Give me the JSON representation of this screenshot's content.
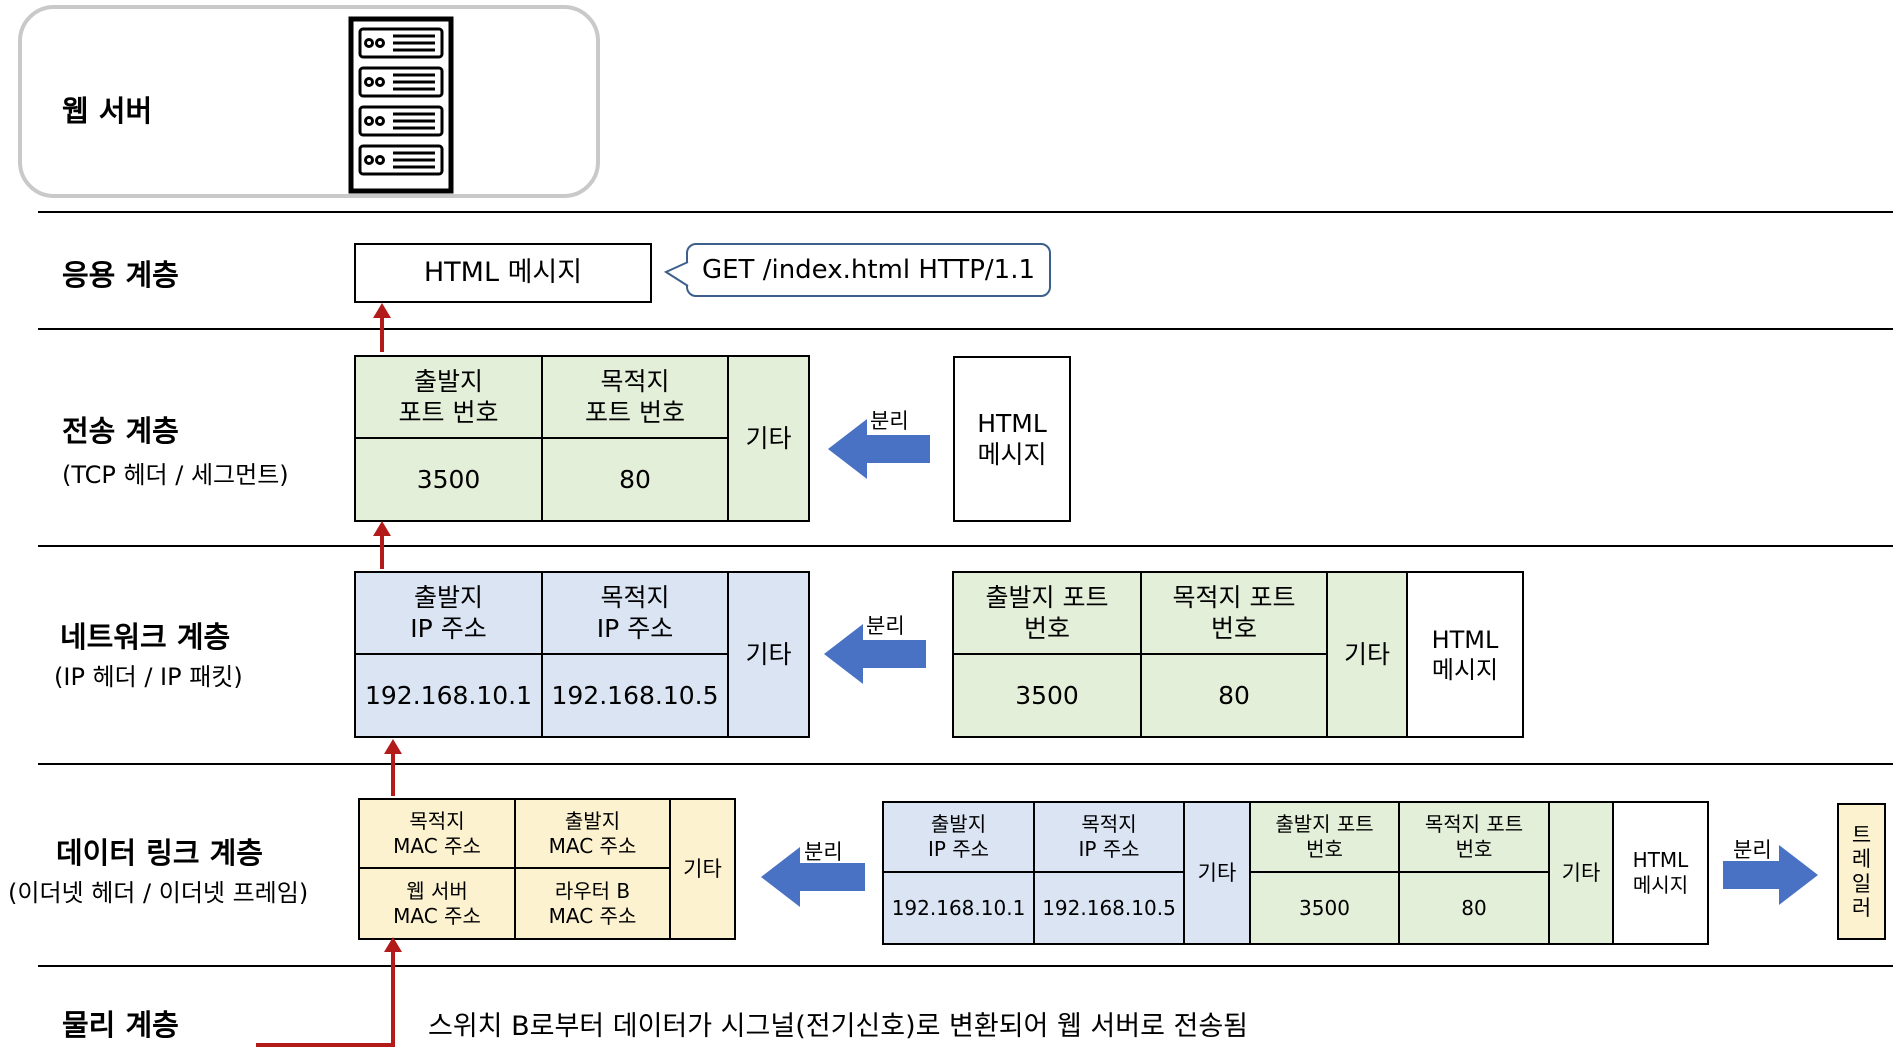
{
  "web_server": {
    "label": "웹 서버"
  },
  "layers": {
    "application": {
      "label": "응용 계층",
      "html_message": "HTML 메시지",
      "request_line": "GET /index.html HTTP/1.1"
    },
    "transport": {
      "label": "전송 계층",
      "sublabel": "(TCP 헤더 / 세그먼트)",
      "header": {
        "src_port_label": "출발지\n포트 번호",
        "dst_port_label": "목적지\n포트 번호",
        "src_port": "3500",
        "dst_port": "80",
        "etc": "기타"
      },
      "separate": "분리",
      "payload": "HTML\n메시지"
    },
    "network": {
      "label": "네트워크 계층",
      "sublabel": "(IP 헤더 / IP 패킷)",
      "header": {
        "src_ip_label": "출발지\nIP 주소",
        "dst_ip_label": "목적지\nIP 주소",
        "src_ip": "192.168.10.1",
        "dst_ip": "192.168.10.5",
        "etc": "기타"
      },
      "separate": "분리",
      "payload": {
        "src_port_label": "출발지 포트\n번호",
        "dst_port_label": "목적지 포트\n번호",
        "src_port": "3500",
        "dst_port": "80",
        "etc": "기타",
        "html": "HTML\n메시지"
      }
    },
    "datalink": {
      "label": "데이터 링크 계층",
      "sublabel": "(이더넷 헤더 / 이더넷 프레임)",
      "header": {
        "dst_mac_label": "목적지\nMAC 주소",
        "src_mac_label": "출발지\nMAC 주소",
        "dst_mac": "웹 서버\nMAC 주소",
        "src_mac": "라우터 B\nMAC 주소",
        "etc": "기타"
      },
      "separate_left": "분리",
      "separate_right": "분리",
      "payload": {
        "src_ip_label": "출발지\nIP 주소",
        "dst_ip_label": "목적지\nIP 주소",
        "src_ip": "192.168.10.1",
        "dst_ip": "192.168.10.5",
        "ip_etc": "기타",
        "src_port_label": "출발지 포트\n번호",
        "dst_port_label": "목적지 포트\n번호",
        "src_port": "3500",
        "dst_port": "80",
        "tcp_etc": "기타",
        "html": "HTML\n메시지"
      },
      "trailer": "트\n레\n일\n러"
    },
    "physical": {
      "label": "물리 계층",
      "description": "스위치 B로부터 데이터가 시그널(전기신호)로 변환되어 웹 서버로 전송됨"
    }
  },
  "colors": {
    "tcp": "#e3efd9",
    "ip": "#dae4f3",
    "ethernet": "#fcf2cf",
    "arrow_up": "#b31b1b",
    "arrow_separate": "#4a72c4"
  }
}
